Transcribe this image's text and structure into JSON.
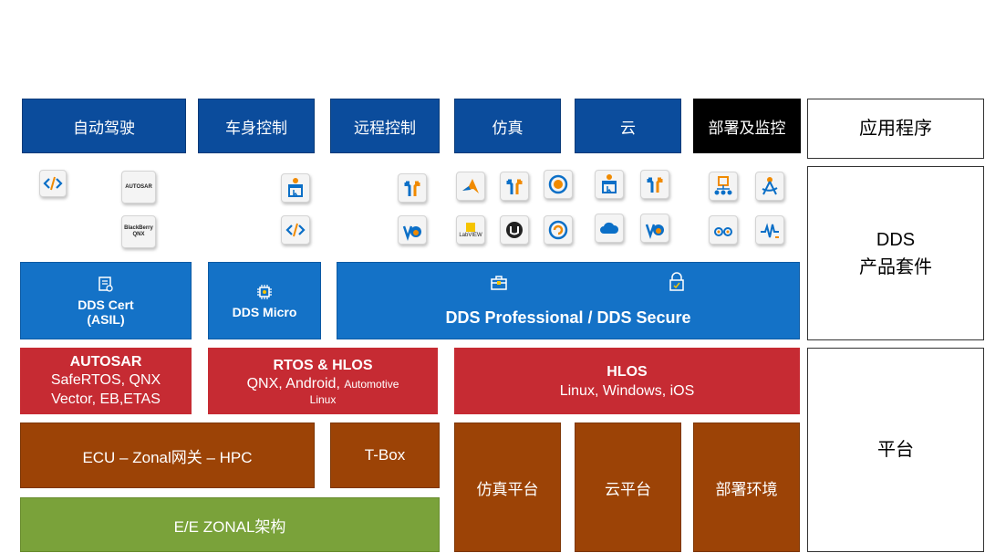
{
  "applications": {
    "autonomous_driving": "自动驾驶",
    "body_control": "车身控制",
    "remote_control": "远程控制",
    "simulation": "仿真",
    "cloud": "云",
    "deploy_monitor": "部署及监控"
  },
  "side_labels": {
    "applications": "应用程序",
    "dds_line1": "DDS",
    "dds_line2": "产品套件",
    "platform": "平台"
  },
  "dds": {
    "cert_line1": "DDS Cert",
    "cert_line2": "(ASIL)",
    "micro": "DDS Micro",
    "professional_secure": "DDS Professional /  DDS Secure"
  },
  "os": {
    "autosar_title": "AUTOSAR",
    "autosar_line2": "SafeRTOS, QNX",
    "autosar_line3": "Vector, EB,ETAS",
    "rtos_title": "RTOS & HLOS",
    "rtos_line2_main": "QNX, Android,",
    "rtos_line2_small": "Automotive",
    "rtos_line3_small": "Linux",
    "hlos_title": "HLOS",
    "hlos_line2": "Linux, Windows, iOS"
  },
  "hardware": {
    "ecu": "ECU – Zonal网关 – HPC",
    "tbox": "T-Box",
    "sim_platform": "仿真平台",
    "cloud_platform": "云平台",
    "deploy_env": "部署环境",
    "ee_zonal": "E/E ZONAL架构"
  },
  "icon_text": {
    "autosar": "AUTOSAR",
    "blackberry": "BlackBerry",
    "qnx": "QNX",
    "labview": "LabVIEW"
  },
  "colors": {
    "navy": "#0b4c9c",
    "blue": "#1472c7",
    "red": "#c62b33",
    "brown": "#9c4306",
    "green": "#7aa23a",
    "icon_blue": "#0b6fc7",
    "icon_orange": "#f08a00"
  }
}
